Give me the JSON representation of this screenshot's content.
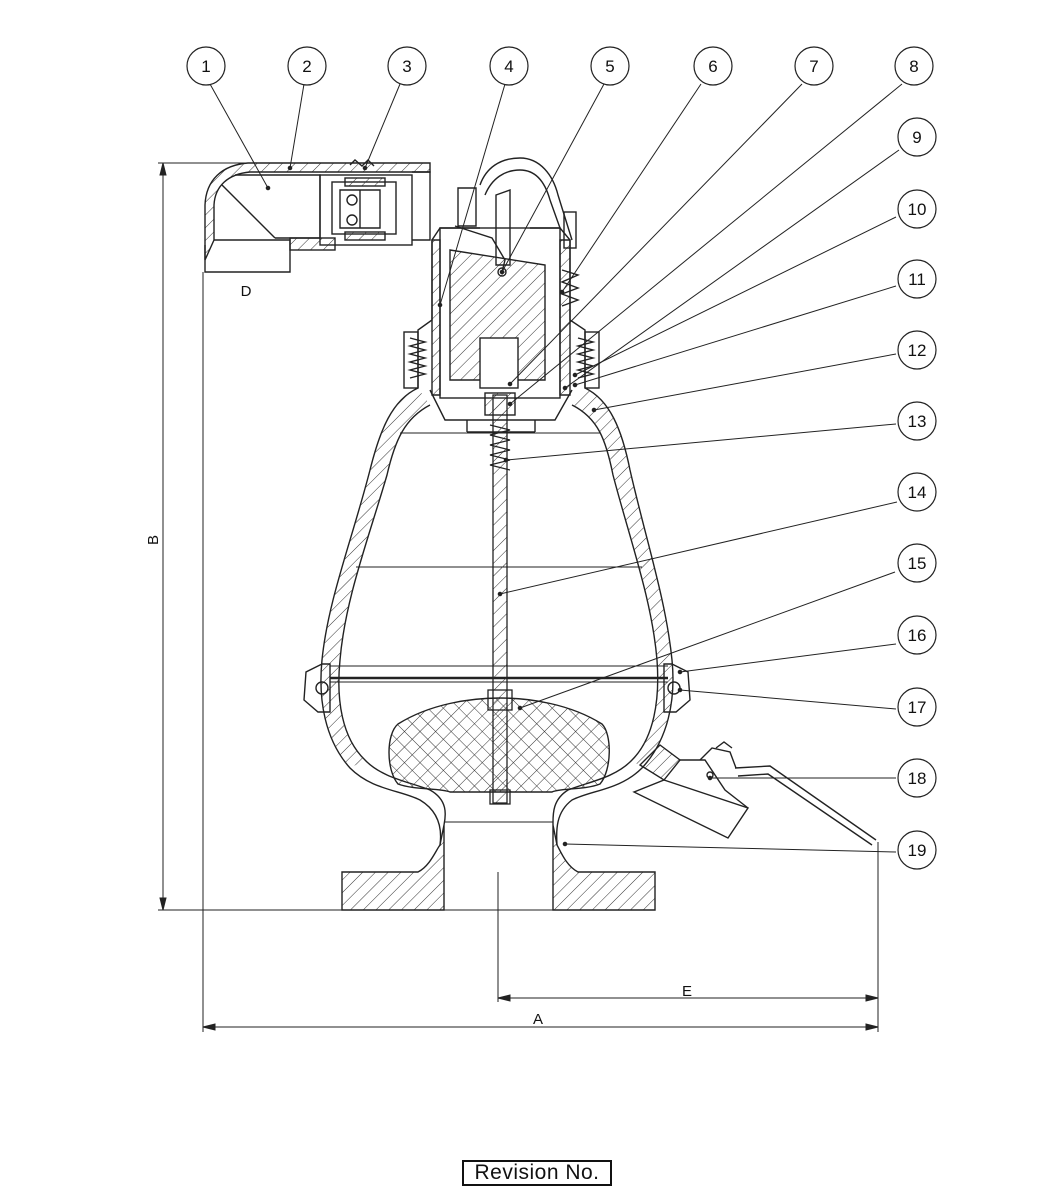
{
  "balloons": [
    {
      "number": "1"
    },
    {
      "number": "2"
    },
    {
      "number": "3"
    },
    {
      "number": "4"
    },
    {
      "number": "5"
    },
    {
      "number": "6"
    },
    {
      "number": "7"
    },
    {
      "number": "8"
    },
    {
      "number": "9"
    },
    {
      "number": "10"
    },
    {
      "number": "11"
    },
    {
      "number": "12"
    },
    {
      "number": "13"
    },
    {
      "number": "14"
    },
    {
      "number": "15"
    },
    {
      "number": "16"
    },
    {
      "number": "17"
    },
    {
      "number": "18"
    },
    {
      "number": "19"
    }
  ],
  "dimensions": {
    "a": "A",
    "b": "B",
    "d": "D",
    "e": "E"
  },
  "revision_label": "Revision No."
}
